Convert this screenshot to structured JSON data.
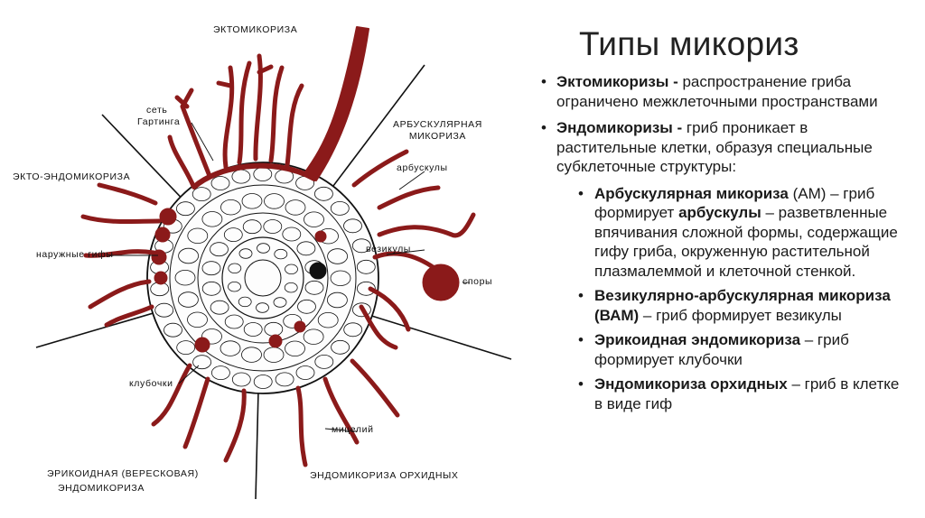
{
  "slide": {
    "title": "Типы микориз",
    "bullets": [
      {
        "term": "Эктомикоризы -",
        "text": " распространение гриба ограничено межклеточными пространствами"
      },
      {
        "term": "Эндомикоризы -",
        "text": " гриб проникает в растительные клетки, образуя специальные субклеточные структуры:"
      }
    ],
    "subbullets": [
      {
        "t1": "Арбускулярная микориза",
        "t2": " (АМ) – гриб формирует ",
        "t3": "арбускулы",
        "t4": " – разветвленные впячивания сложной формы, содержащие гифу гриба, окруженную растительной плазмалеммой и клеточной стенкой."
      },
      {
        "t1": "Везикулярно-арбускулярная микориза (ВАМ)",
        "t2": " – гриб формирует везикулы"
      },
      {
        "t1": "Эрикоидная эндомикориза",
        "t2": " – гриб формирует клубочки"
      },
      {
        "t1": "Эндомикориза орхидных",
        "t2": " – гриб в клетке в виде гиф"
      }
    ]
  },
  "diagram": {
    "labels": {
      "ecto": "ЭКТОМИКОРИЗА",
      "hartig_1": "сеть",
      "hartig_2": "Гартинга",
      "arbusc_1": "АРБУСКУЛЯРНАЯ",
      "arbusc_2": "МИКОРИЗА",
      "arbuscules": "арбускулы",
      "ecto_endo": "ЭКТО-ЭНДОМИКОРИЗА",
      "outer_hyphae": "наружные гифы",
      "vesicles": "везикулы",
      "spores": "споры",
      "coils": "клубочки",
      "mycelium": "мицелий",
      "ericoid_1": "ЭРИКОИДНАЯ (ВЕРЕСКОВАЯ)",
      "ericoid_2": "ЭНДОМИКОРИЗА",
      "orchid": "ЭНДОМИКОРИЗА ОРХИДНЫХ"
    },
    "colors": {
      "fungus": "#8b1a1a",
      "ink": "#111111"
    }
  }
}
